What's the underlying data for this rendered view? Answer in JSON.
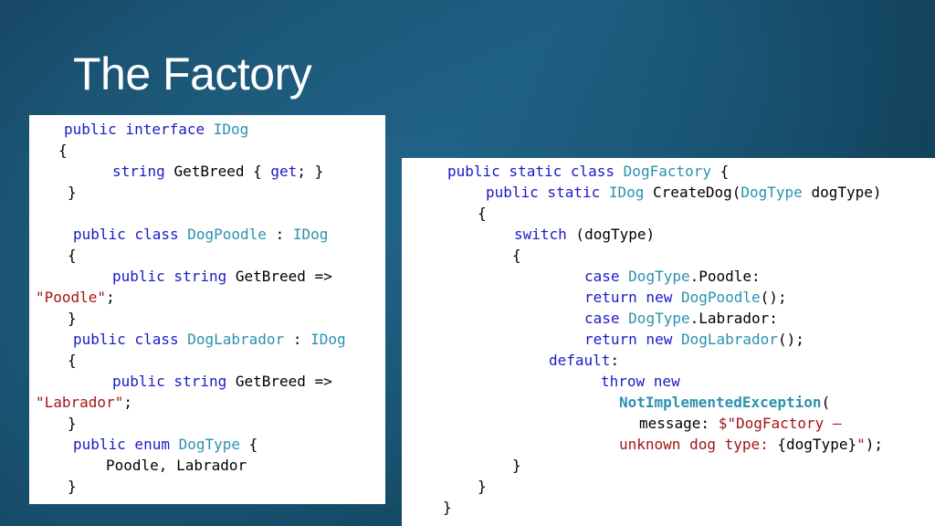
{
  "slide": {
    "title": "The Factory"
  },
  "left_code": {
    "interface_kw": "public interface",
    "interface_name": "IDog",
    "open_brace": "{",
    "close_brace": "}",
    "getbreed_type": "string",
    "getbreed_name": "GetBreed { ",
    "get_kw": "get",
    "getbreed_end": "; }",
    "poodle_class_kw": "public class",
    "poodle_class_name": "DogPoodle",
    "colon": " : ",
    "idog": "IDog",
    "public_string": "public string",
    "getbreed_arrow": " GetBreed =>",
    "poodle_string": "\"Poodle\"",
    "semicolon": ";",
    "labrador_class_name": "DogLabrador",
    "labrador_string": "\"Labrador\"",
    "enum_kw": "public enum",
    "enum_name": "DogType",
    "enum_open": " {",
    "enum_values": "Poodle, Labrador"
  },
  "right_code": {
    "factory_kw": "public static class",
    "factory_name": "DogFactory",
    "factory_open": " {",
    "method_kw": "public static",
    "method_return": "IDog",
    "method_name": " CreateDog(",
    "param_type": "DogType",
    "param_name": " dogType)",
    "open_brace": "{",
    "close_brace": "}",
    "switch_kw": "switch",
    "switch_arg": " (dogType)",
    "case_kw": "case",
    "enum_type": "DogType",
    "poodle_member": ".Poodle:",
    "labrador_member": ".Labrador:",
    "return_new": "return new",
    "poodle_ctor": "DogPoodle",
    "labrador_ctor": "DogLabrador",
    "ctor_end": "();",
    "default_kw": "default",
    "default_colon": ":",
    "throw_new": "throw new",
    "exception": "NotImplementedException",
    "exception_open": "(",
    "message_label": "message: ",
    "message_part1": "$\"DogFactory –",
    "message_part2": "unknown dog type: ",
    "message_interp": "{dogType}",
    "message_end_quote": "\"",
    "message_close": ");"
  }
}
